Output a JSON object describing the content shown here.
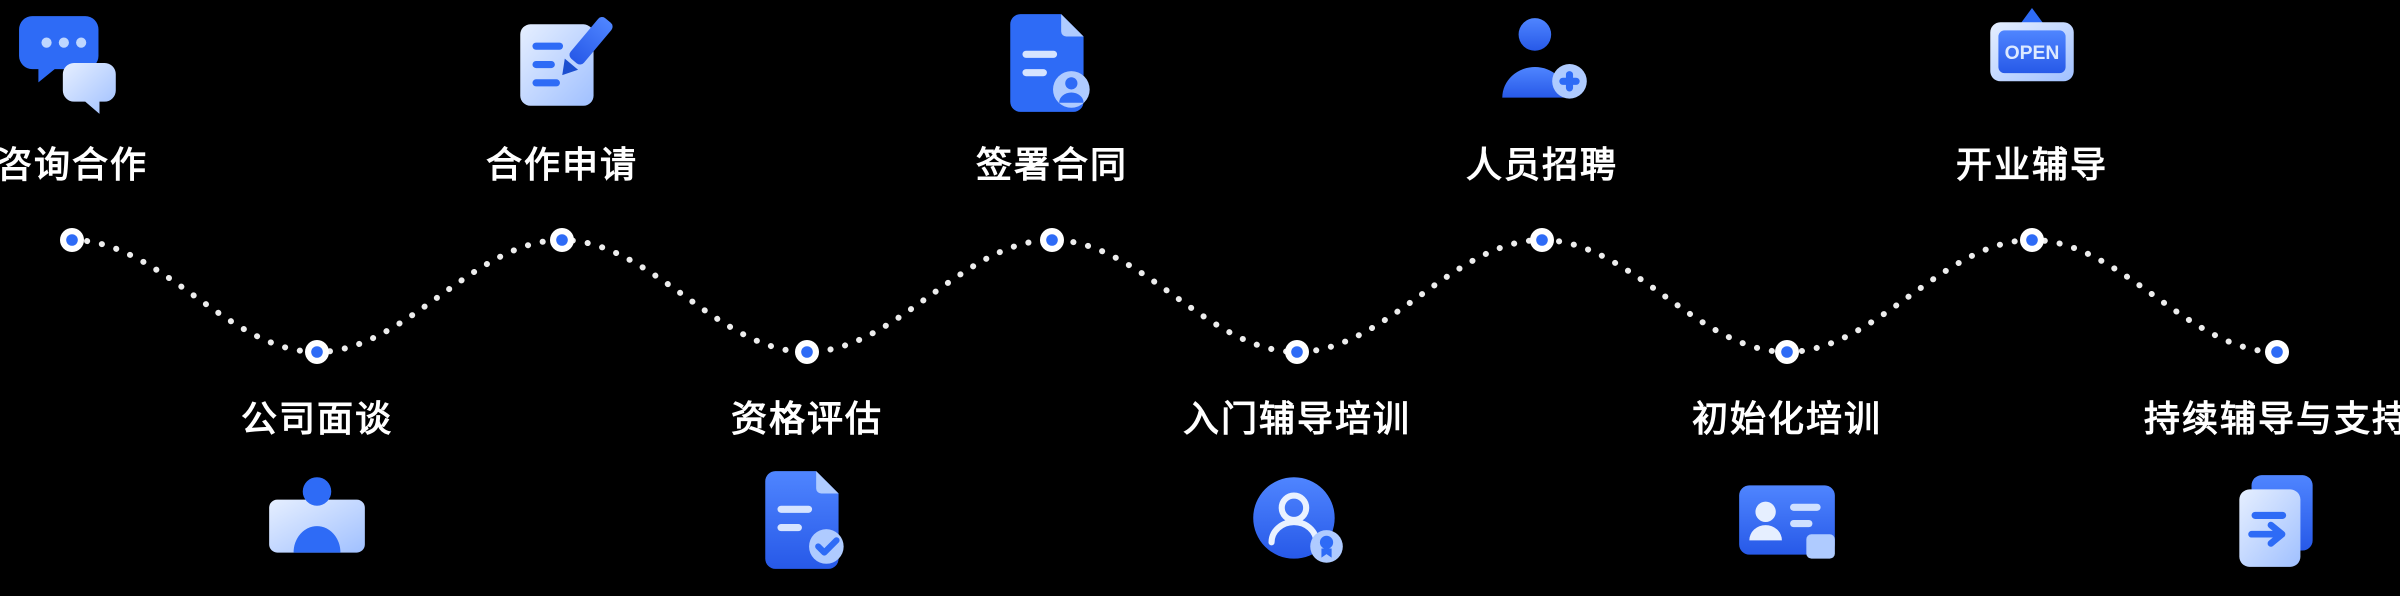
{
  "canvas": {
    "background": "#000000"
  },
  "colors": {
    "primary_blue": "#2E6BF6",
    "medium_blue": "#4F85FF",
    "light_blue": "#AFCBFF",
    "pale_blue": "#E6EFFF",
    "label_text": "#FFFFFF",
    "dotted_line": "#EDEDED",
    "node_ring": "#FFFFFF",
    "node_core": "#2E6BF6"
  },
  "timeline": {
    "steps_top": [
      {
        "label": "咨询合作",
        "icon": "chat-bubbles-icon"
      },
      {
        "label": "合作申请",
        "icon": "application-edit-icon"
      },
      {
        "label": "签署合同",
        "icon": "contract-stamp-icon"
      },
      {
        "label": "人员招聘",
        "icon": "recruit-add-person-icon"
      },
      {
        "label": "开业辅导",
        "icon": "open-sign-icon",
        "sign_text": "OPEN"
      }
    ],
    "steps_bottom": [
      {
        "label": "公司面谈",
        "icon": "interview-person-icon"
      },
      {
        "label": "资格评估",
        "icon": "document-check-icon"
      },
      {
        "label": "入门辅导培训",
        "icon": "trainee-badge-icon"
      },
      {
        "label": "初始化培训",
        "icon": "training-card-icon"
      },
      {
        "label": "持续辅导与支持",
        "icon": "stacked-documents-arrow-icon"
      }
    ]
  }
}
